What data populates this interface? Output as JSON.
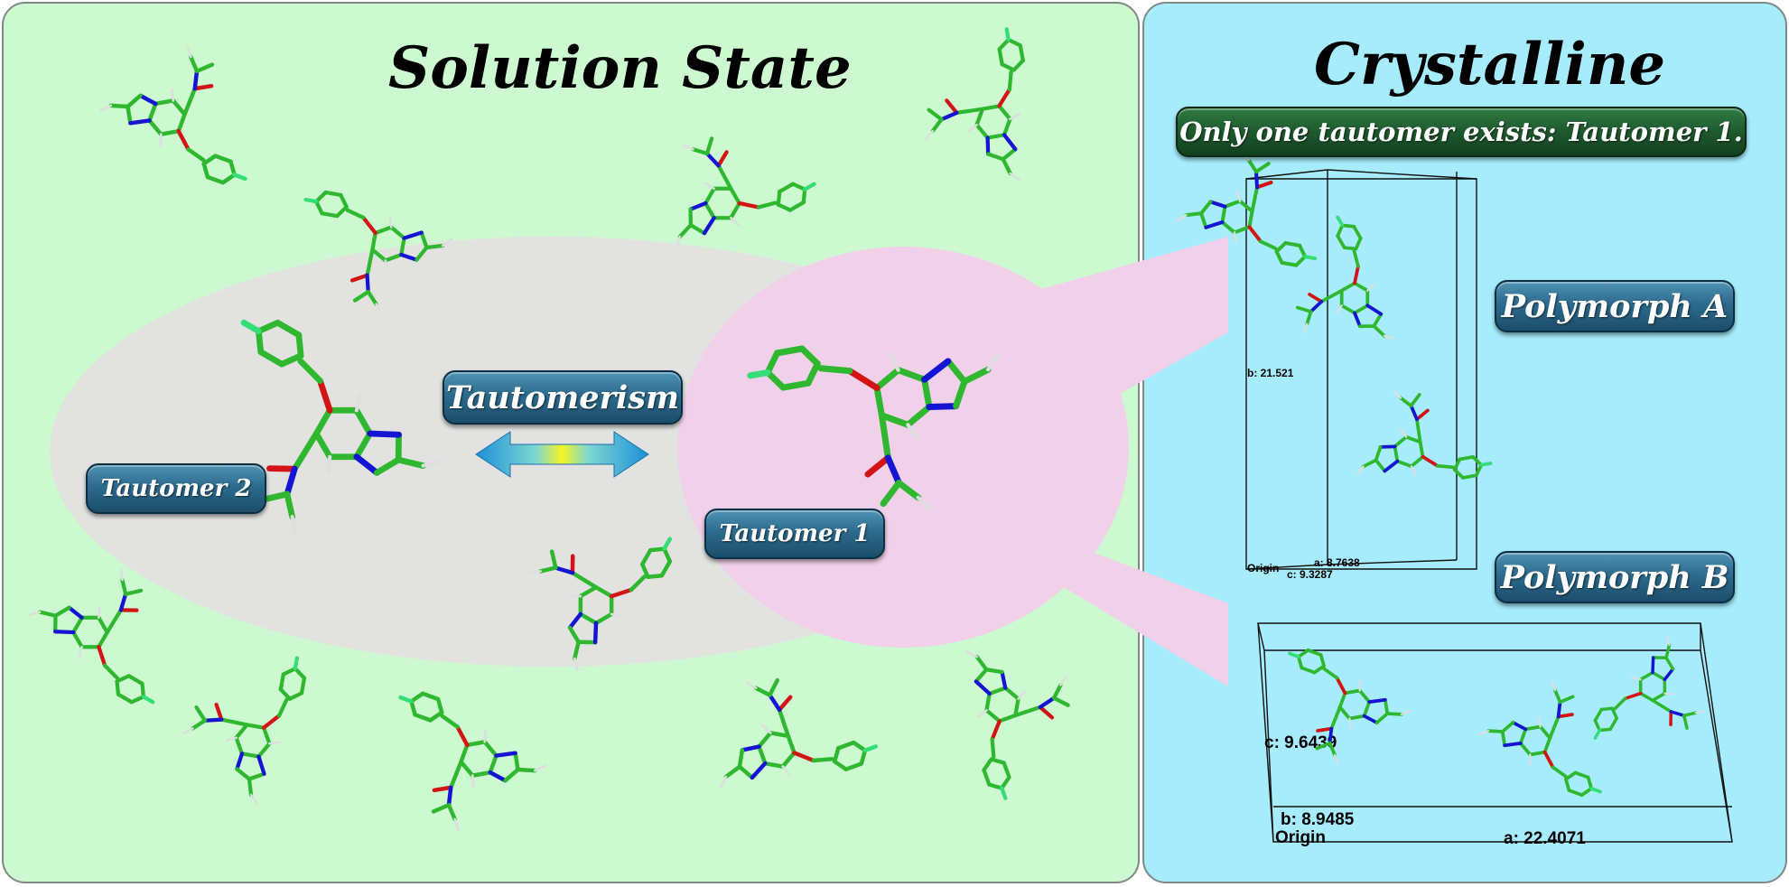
{
  "left_panel": {
    "title": "Solution State",
    "tautomer_2_label": "Tautomer 2",
    "tautomer_1_label": "Tautomer 1",
    "equilibrium_label": "Tautomerism"
  },
  "right_panel": {
    "title": "Crystalline",
    "banner": "Only one tautomer exists: Tautomer 1.",
    "polymorph_a_label": "Polymorph A",
    "polymorph_b_label": "Polymorph B",
    "cell_a": {
      "b_axis": "b: 21.521",
      "a_axis": "a: 8.7638",
      "c_axis": "c: 9.3287",
      "origin": "Origin"
    },
    "cell_b": {
      "c_axis": "c: 9.6439",
      "b_axis": "b: 8.9485",
      "a_axis": "a: 22.4071",
      "origin": "Origin"
    }
  },
  "colors": {
    "solution_background": "#ccf9d0",
    "crystal_background": "#a6ecfc",
    "tautomerism_zone": "#e2e3e1",
    "tautomer_1_zone": "#f1d0ea",
    "carbon_bond": "#2fb82f",
    "nitrogen": "#1414d2",
    "oxygen": "#d21414",
    "fluorine": "#33dd77",
    "hydrogen": "#dedede"
  },
  "icons": [
    "molecule-stick-model",
    "double-headed-arrow",
    "unit-cell-box"
  ]
}
